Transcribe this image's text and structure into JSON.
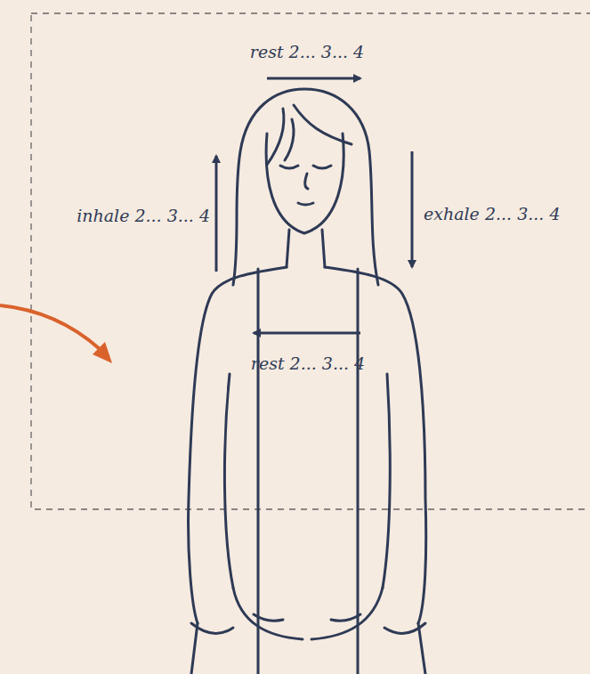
{
  "diagram": {
    "labels": [
      "rest 2... 3... 4",
      "inhale 2... 3... 4",
      "exhale 2... 3... 4",
      "rest 2... 3... 4"
    ]
  }
}
